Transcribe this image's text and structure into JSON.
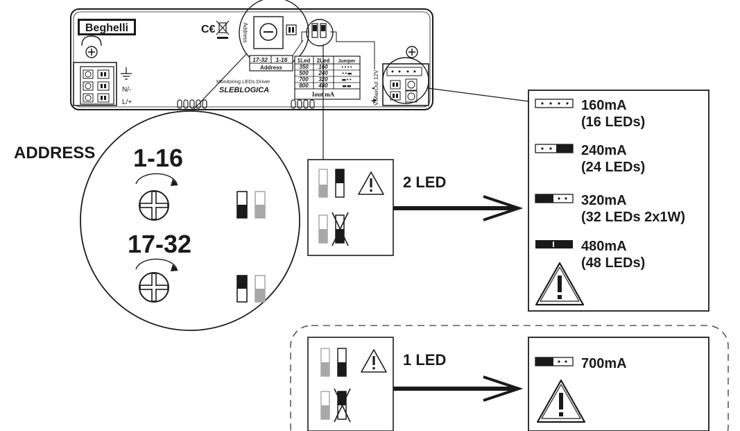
{
  "device": {
    "brand": "Beghelli",
    "cert_mark": "C€",
    "address_vertical": "Address",
    "addr_table": {
      "col1": "17-32",
      "col2": "1-16",
      "footer": "Address"
    },
    "current_table": {
      "headers": [
        "1Led",
        "2Led",
        "Jumper"
      ],
      "rows": [
        [
          "350",
          "160",
          "••••"
        ],
        [
          "500",
          "240",
          "••▬"
        ],
        [
          "700",
          "320",
          "▬••"
        ],
        [
          "800",
          "480",
          "▬▬"
        ]
      ],
      "footer": "Iout mA"
    },
    "product_subtitle": "Monitoring LEDs Driver",
    "product_name": "SLEBLOGICA",
    "terminal_labels": [
      "N/-",
      "L/+"
    ],
    "vout_label": "V.MaxOut 12V",
    "polarity": [
      "-",
      "+"
    ]
  },
  "address": {
    "title": "ADDRESS",
    "range1": "1-16",
    "range2": "17-32"
  },
  "two_led": {
    "label": "2 LED",
    "options": [
      {
        "current": "160mA",
        "detail": "(16 LEDs)"
      },
      {
        "current": "240mA",
        "detail": "(24 LEDs)"
      },
      {
        "current": "320mA",
        "detail": "(32 LEDs 2x1W)"
      },
      {
        "current": "480mA",
        "detail": "(48 LEDs)"
      }
    ]
  },
  "one_led": {
    "label": "1 LED",
    "options": [
      {
        "current": "700mA"
      }
    ]
  },
  "colors": {
    "ink": "#1a1a1a",
    "grey": "#a8a8a8",
    "background": "#ffffff"
  },
  "icons": [
    "warning-triangle-icon",
    "ground-icon",
    "rotary-switch-icon",
    "dip-switch-icon",
    "jumper-icon",
    "arrow-icon",
    "crossed-out-icon"
  ]
}
